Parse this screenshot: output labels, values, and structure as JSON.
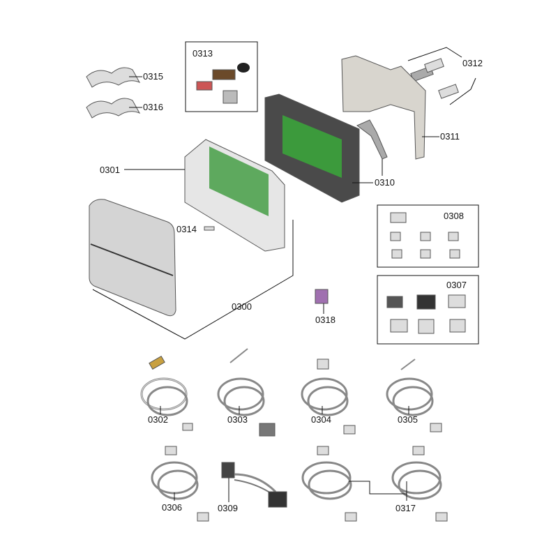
{
  "diagram": {
    "title": "Exploded parts view",
    "labels": {
      "p0300": "0300",
      "p0301": "0301",
      "p0302": "0302",
      "p0303": "0303",
      "p0304": "0304",
      "p0305": "0305",
      "p0306": "0306",
      "p0307": "0307",
      "p0308": "0308",
      "p0309": "0309",
      "p0310": "0310",
      "p0311": "0311",
      "p0312": "0312",
      "p0313": "0313",
      "p0314": "0314",
      "p0315": "0315",
      "p0316": "0316",
      "p0317": "0317",
      "p0318": "0318"
    },
    "colors": {
      "pcb_green": "#3c9a3c",
      "housing_dark": "#4a4a4a",
      "cover_grey": "#d4d4d4",
      "connector_purple": "#a070b0"
    }
  }
}
